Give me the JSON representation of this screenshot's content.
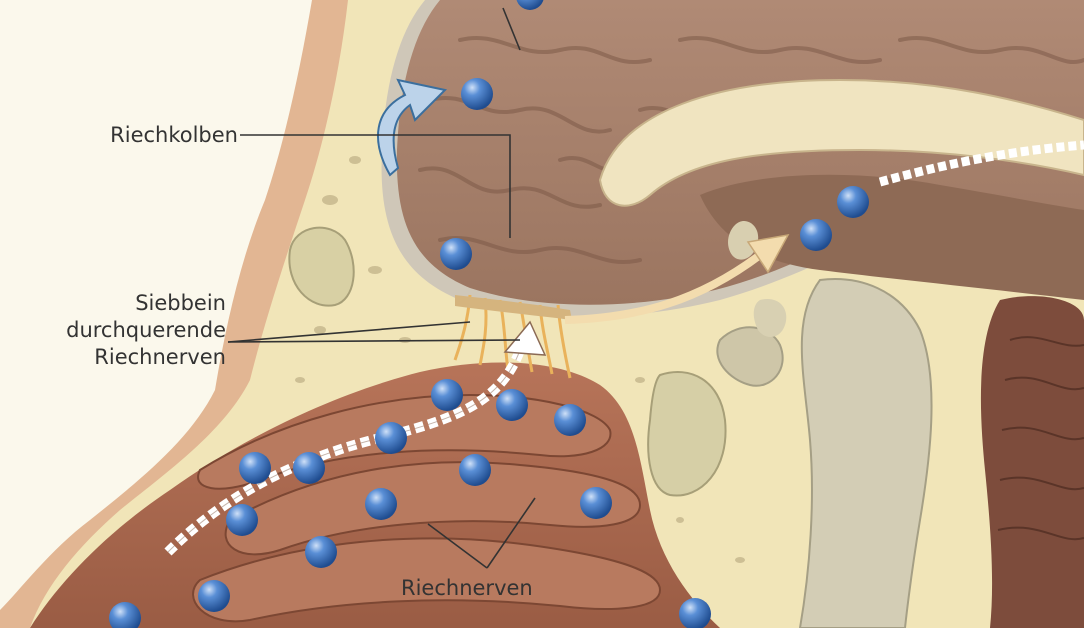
{
  "labels": {
    "olfactory_bulb": "Riechkolben",
    "ethmoid_line1": "Siebbein",
    "ethmoid_line2": "durchquerende",
    "ethmoid_line3": "Riechnerven",
    "olfactory_nerves": "Riechnerven"
  },
  "colors": {
    "skin": "#e3b894",
    "bone": "#f1e5b8",
    "brain": "#a9806a",
    "cavity": "#a86a50",
    "molecule": "#3e6fb5",
    "arrow": "#f3dcae"
  }
}
